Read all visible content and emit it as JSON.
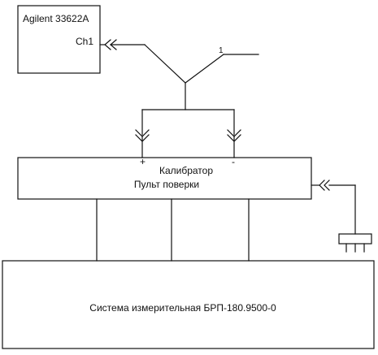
{
  "generator": {
    "model": "Agilent 33622A",
    "channel": "Ch1"
  },
  "cable": {
    "number": "1"
  },
  "calibrator": {
    "plus": "+",
    "minus": "-",
    "title": "Калибратор",
    "subtitle": "Пульт поверки"
  },
  "system": {
    "title": "Система измерительная БРП-180.9500-0"
  },
  "icons": {
    "connector": "chevron-connector-icon",
    "plug": "plug-icon"
  },
  "colors": {
    "line": "#111111",
    "background": "#ffffff"
  }
}
